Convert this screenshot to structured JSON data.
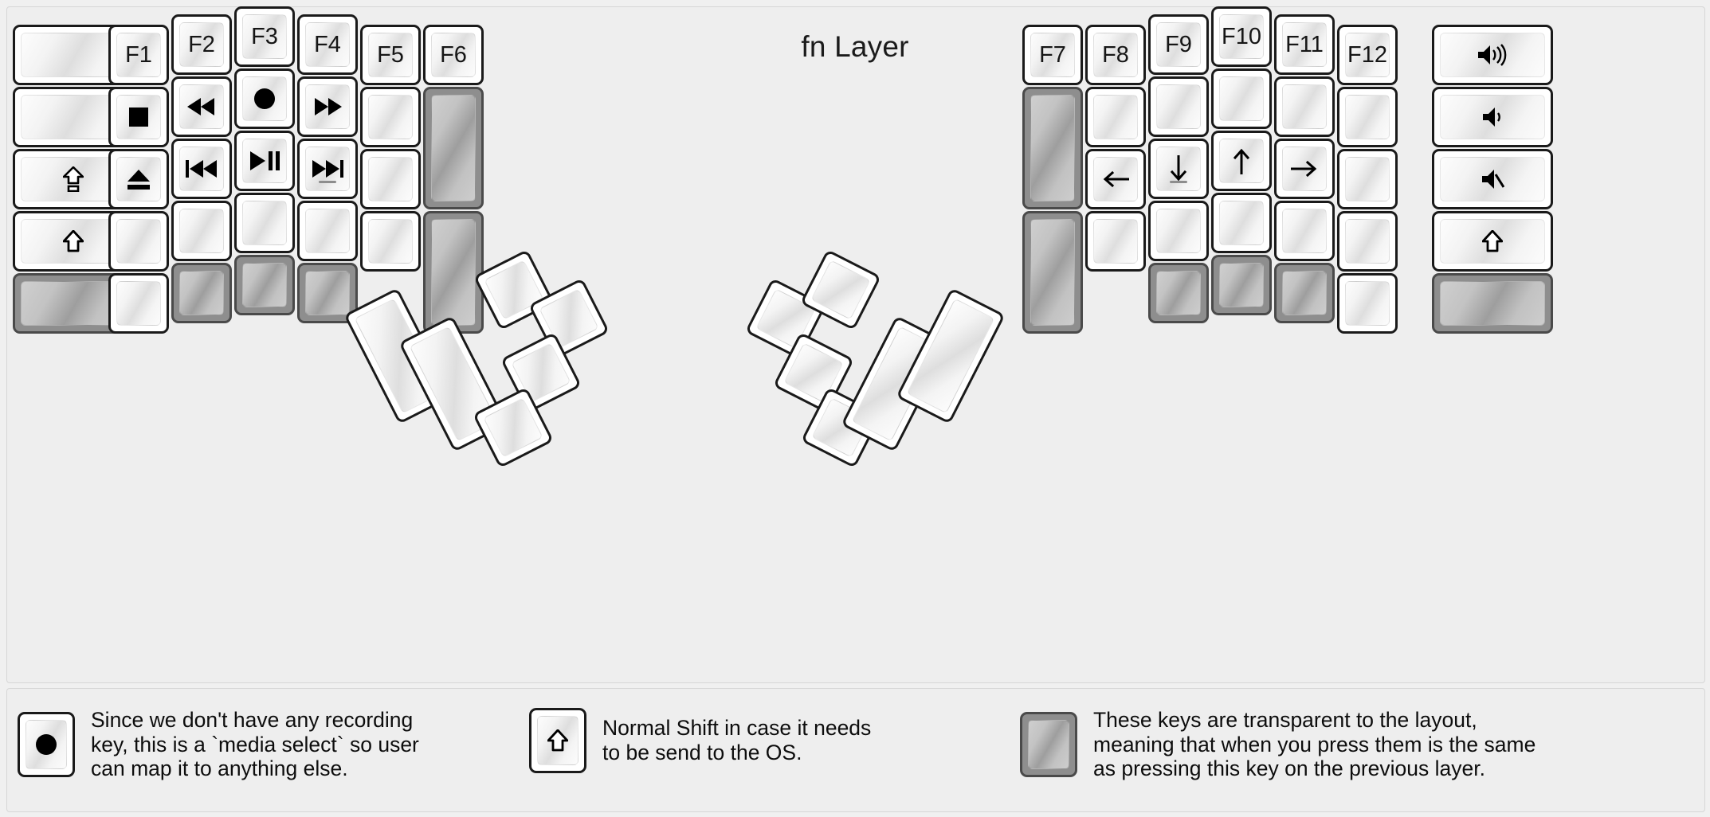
{
  "title": "fn Layer",
  "colors": {
    "background": "#f0f0f0",
    "panel": "#eeeeee",
    "key_fill": "#ffffff",
    "key_border": "#1a1a1a",
    "transparent_key_fill": "#8e8e8e",
    "transparent_key_border": "#4a4a4a",
    "text": "#161616"
  },
  "legend": {
    "items": [
      {
        "key_glyph": "record-icon",
        "key_type": "normal",
        "text": "Since we don't have any recording\nkey, this is a `media select` so user\ncan map it to anything else."
      },
      {
        "key_glyph": "shift-icon",
        "key_type": "normal",
        "text": "Normal Shift in case it needs\nto be send to the OS."
      },
      {
        "key_glyph": "",
        "key_type": "transparent",
        "text": "These keys are transparent to the layout,\nmeaning that when you press them is the same\nas pressing this key on the previous layer."
      }
    ]
  },
  "keyboard": {
    "left_half": {
      "columns": [
        {
          "name": "col-pinky-outer",
          "keys": [
            {
              "label": "",
              "icon": "",
              "type": "normal"
            },
            {
              "label": "",
              "icon": "",
              "type": "normal"
            },
            {
              "label": "",
              "icon": "caps-lock-icon",
              "type": "normal"
            },
            {
              "label": "",
              "icon": "shift-icon",
              "type": "normal"
            },
            {
              "label": "",
              "icon": "",
              "type": "transparent"
            }
          ]
        },
        {
          "name": "col-pinky",
          "keys": [
            {
              "label": "F1",
              "icon": "",
              "type": "normal"
            },
            {
              "label": "",
              "icon": "stop-icon",
              "type": "normal"
            },
            {
              "label": "",
              "icon": "eject-icon",
              "type": "normal"
            },
            {
              "label": "",
              "icon": "",
              "type": "normal"
            },
            {
              "label": "",
              "icon": "",
              "type": "normal"
            }
          ]
        },
        {
          "name": "col-ring",
          "keys": [
            {
              "label": "F2",
              "icon": "",
              "type": "normal"
            },
            {
              "label": "",
              "icon": "rewind-icon",
              "type": "normal"
            },
            {
              "label": "",
              "icon": "previous-track-icon",
              "type": "normal"
            },
            {
              "label": "",
              "icon": "",
              "type": "normal"
            },
            {
              "label": "",
              "icon": "",
              "type": "transparent"
            }
          ]
        },
        {
          "name": "col-middle",
          "keys": [
            {
              "label": "F3",
              "icon": "",
              "type": "normal"
            },
            {
              "label": "",
              "icon": "record-icon",
              "type": "normal"
            },
            {
              "label": "",
              "icon": "play-pause-icon",
              "type": "normal"
            },
            {
              "label": "",
              "icon": "",
              "type": "normal"
            },
            {
              "label": "",
              "icon": "",
              "type": "transparent"
            }
          ]
        },
        {
          "name": "col-index",
          "keys": [
            {
              "label": "F4",
              "icon": "",
              "type": "normal"
            },
            {
              "label": "",
              "icon": "fast-forward-icon",
              "type": "normal"
            },
            {
              "label": "",
              "icon": "next-track-icon",
              "type": "normal",
              "homing": true
            },
            {
              "label": "",
              "icon": "",
              "type": "normal"
            },
            {
              "label": "",
              "icon": "",
              "type": "transparent"
            }
          ]
        },
        {
          "name": "col-index-inner",
          "keys": [
            {
              "label": "F5",
              "icon": "",
              "type": "normal"
            },
            {
              "label": "",
              "icon": "",
              "type": "normal"
            },
            {
              "label": "",
              "icon": "",
              "type": "normal"
            },
            {
              "label": "",
              "icon": "",
              "type": "normal"
            }
          ]
        },
        {
          "name": "col-inner",
          "keys": [
            {
              "label": "F6",
              "icon": "",
              "type": "normal"
            },
            {
              "label": "",
              "icon": "",
              "type": "transparent",
              "size": "2u"
            },
            {
              "label": "",
              "icon": "",
              "type": "transparent",
              "size": "2u"
            }
          ]
        }
      ],
      "thumb_cluster": [
        {
          "name": "thumb-1",
          "icon": "",
          "type": "normal",
          "size": "2u"
        },
        {
          "name": "thumb-2",
          "icon": "",
          "type": "normal",
          "size": "2u"
        },
        {
          "name": "thumb-3",
          "icon": "",
          "type": "normal",
          "size": "1u"
        },
        {
          "name": "thumb-4",
          "icon": "",
          "type": "normal",
          "size": "1u"
        },
        {
          "name": "thumb-5",
          "icon": "",
          "type": "normal",
          "size": "1u"
        },
        {
          "name": "thumb-6",
          "icon": "",
          "type": "normal",
          "size": "1u"
        }
      ]
    },
    "right_half": {
      "columns": [
        {
          "name": "col-inner",
          "keys": [
            {
              "label": "F7",
              "icon": "",
              "type": "normal"
            },
            {
              "label": "",
              "icon": "",
              "type": "transparent",
              "size": "2u"
            },
            {
              "label": "",
              "icon": "",
              "type": "transparent",
              "size": "2u"
            }
          ]
        },
        {
          "name": "col-index-inner",
          "keys": [
            {
              "label": "F8",
              "icon": "",
              "type": "normal"
            },
            {
              "label": "",
              "icon": "",
              "type": "normal"
            },
            {
              "label": "",
              "icon": "arrow-left-icon",
              "type": "normal"
            },
            {
              "label": "",
              "icon": "",
              "type": "normal"
            }
          ]
        },
        {
          "name": "col-index",
          "keys": [
            {
              "label": "F9",
              "icon": "",
              "type": "normal"
            },
            {
              "label": "",
              "icon": "",
              "type": "normal"
            },
            {
              "label": "",
              "icon": "arrow-down-icon",
              "type": "normal",
              "homing": true
            },
            {
              "label": "",
              "icon": "",
              "type": "normal"
            },
            {
              "label": "",
              "icon": "",
              "type": "transparent"
            }
          ]
        },
        {
          "name": "col-middle",
          "keys": [
            {
              "label": "F10",
              "icon": "",
              "type": "normal"
            },
            {
              "label": "",
              "icon": "",
              "type": "normal"
            },
            {
              "label": "",
              "icon": "arrow-up-icon",
              "type": "normal"
            },
            {
              "label": "",
              "icon": "",
              "type": "normal"
            },
            {
              "label": "",
              "icon": "",
              "type": "transparent"
            }
          ]
        },
        {
          "name": "col-ring",
          "keys": [
            {
              "label": "F11",
              "icon": "",
              "type": "normal"
            },
            {
              "label": "",
              "icon": "",
              "type": "normal"
            },
            {
              "label": "",
              "icon": "arrow-right-icon",
              "type": "normal"
            },
            {
              "label": "",
              "icon": "",
              "type": "normal"
            },
            {
              "label": "",
              "icon": "",
              "type": "transparent"
            }
          ]
        },
        {
          "name": "col-pinky",
          "keys": [
            {
              "label": "F12",
              "icon": "",
              "type": "normal"
            },
            {
              "label": "",
              "icon": "",
              "type": "normal"
            },
            {
              "label": "",
              "icon": "",
              "type": "normal"
            },
            {
              "label": "",
              "icon": "",
              "type": "normal"
            },
            {
              "label": "",
              "icon": "",
              "type": "normal"
            }
          ]
        },
        {
          "name": "col-pinky-outer",
          "keys": [
            {
              "label": "",
              "icon": "volume-up-icon",
              "type": "normal"
            },
            {
              "label": "",
              "icon": "volume-down-icon",
              "type": "normal"
            },
            {
              "label": "",
              "icon": "volume-mute-icon",
              "type": "normal"
            },
            {
              "label": "",
              "icon": "shift-icon",
              "type": "normal"
            },
            {
              "label": "",
              "icon": "",
              "type": "transparent"
            }
          ]
        }
      ],
      "thumb_cluster": [
        {
          "name": "thumb-1",
          "icon": "",
          "type": "normal",
          "size": "1u"
        },
        {
          "name": "thumb-2",
          "icon": "",
          "type": "normal",
          "size": "1u"
        },
        {
          "name": "thumb-3",
          "icon": "",
          "type": "normal",
          "size": "1u"
        },
        {
          "name": "thumb-4",
          "icon": "",
          "type": "normal",
          "size": "1u"
        },
        {
          "name": "thumb-5",
          "icon": "",
          "type": "normal",
          "size": "2u"
        },
        {
          "name": "thumb-6",
          "icon": "",
          "type": "normal",
          "size": "2u"
        }
      ]
    }
  }
}
